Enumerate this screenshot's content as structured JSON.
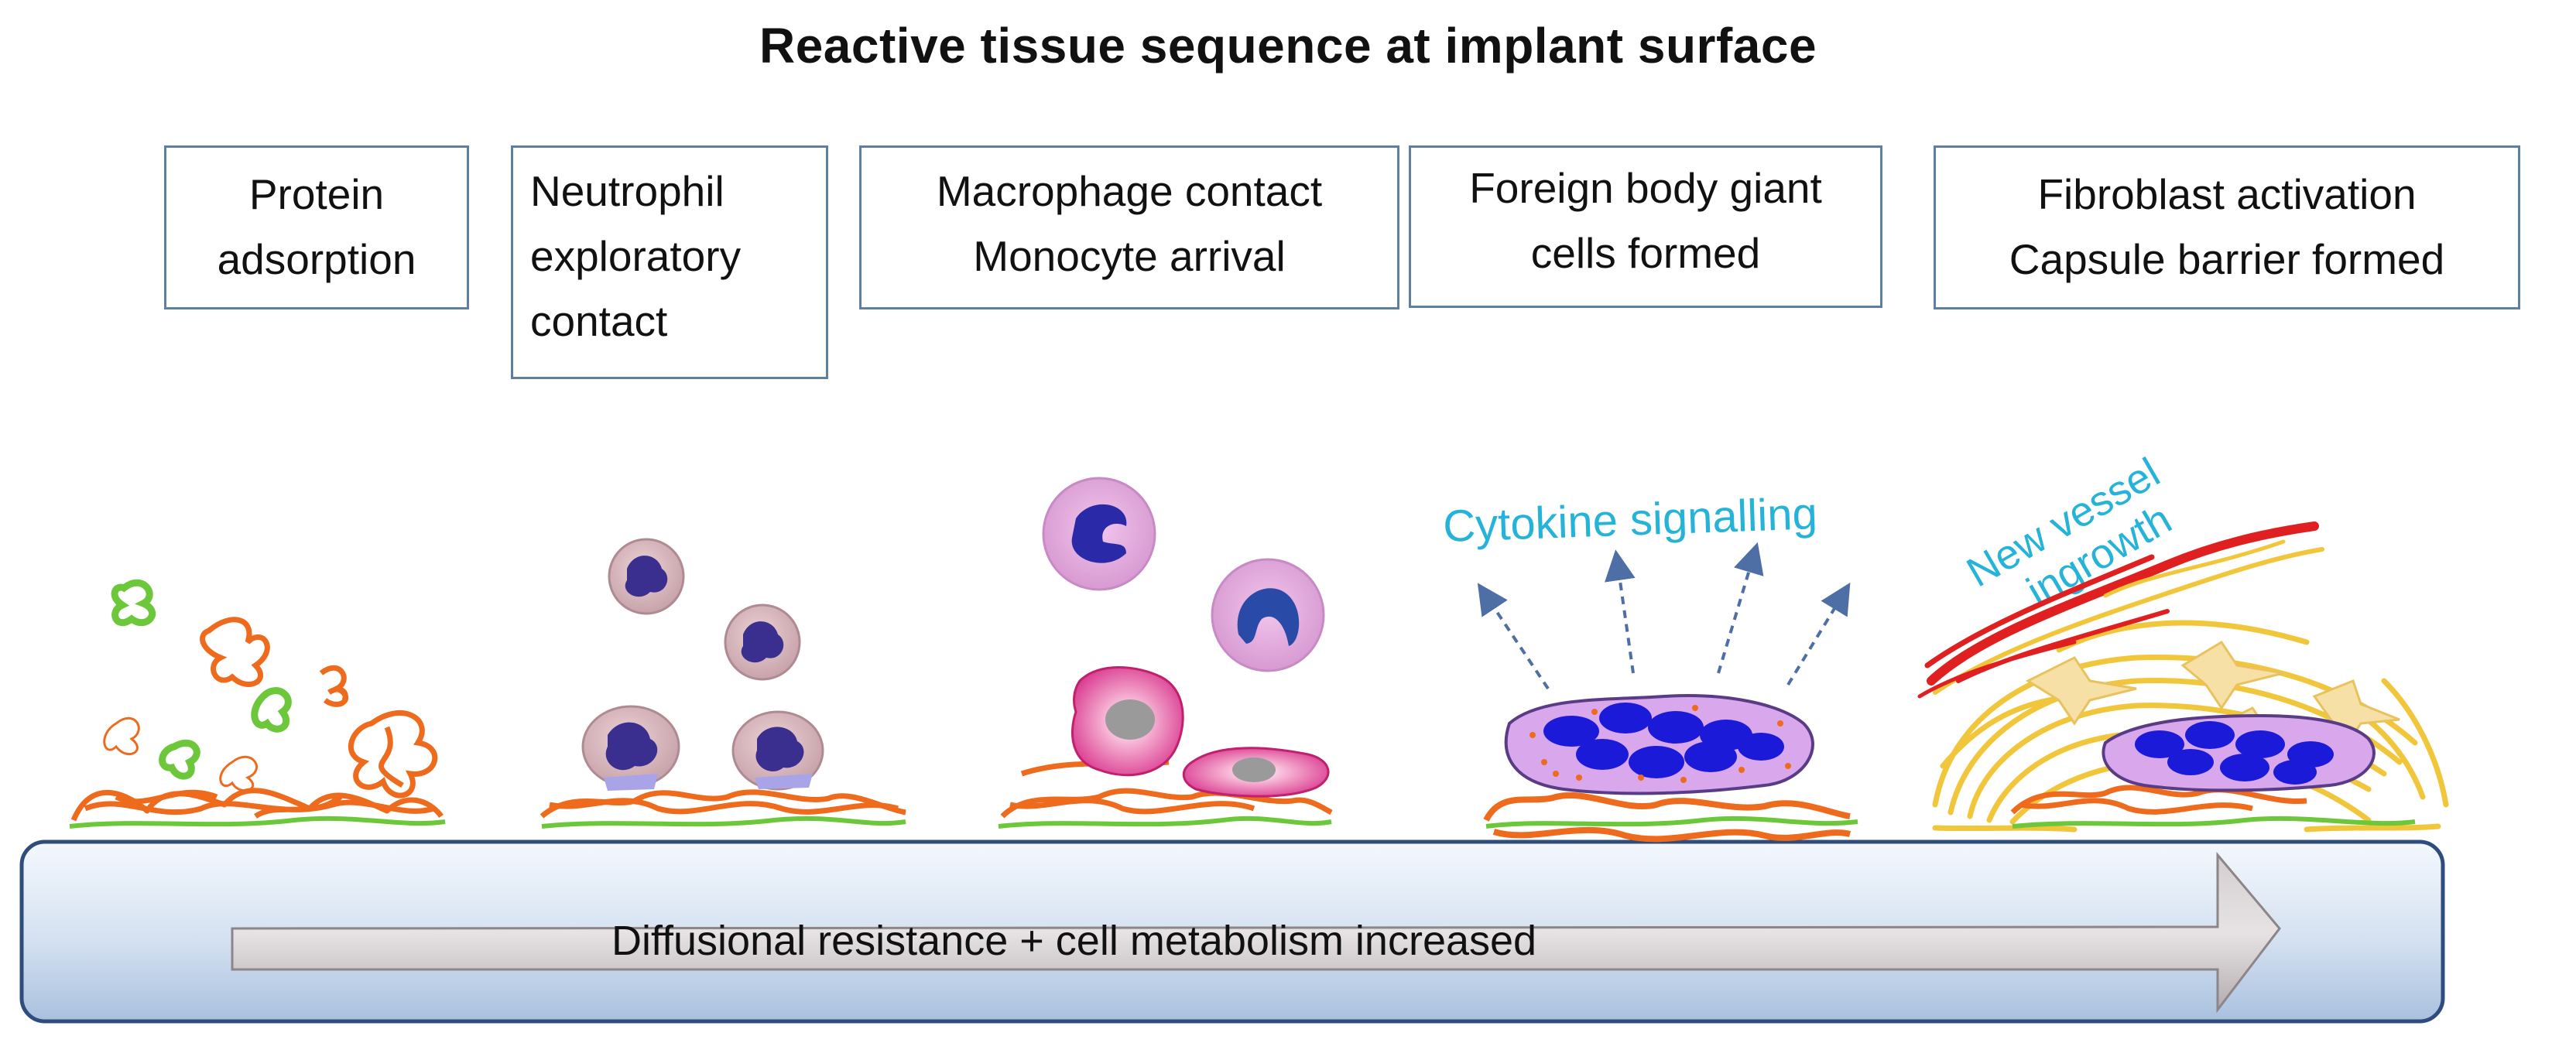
{
  "title": "Reactive tissue sequence at implant surface",
  "stages": [
    {
      "lines": [
        "Protein",
        "adsorption"
      ]
    },
    {
      "lines": [
        "Neutrophil",
        "exploratory",
        "contact"
      ]
    },
    {
      "lines": [
        "Macrophage contact",
        "Monocyte arrival"
      ]
    },
    {
      "lines": [
        "Foreign body giant",
        "cells formed"
      ]
    },
    {
      "lines": [
        "Fibroblast activation",
        "Capsule barrier formed"
      ]
    }
  ],
  "annotations": {
    "cytokine": "Cytokine signalling",
    "vessel_line1": "New vessel",
    "vessel_line2": "ingrowth"
  },
  "arrow_label": "Diffusional resistance + cell metabolism  increased",
  "colors": {
    "box_border": "#5f7f9e",
    "annotation": "#26b3d9",
    "fibrin": "#ee6a1c",
    "protein_green": "#6cc83a",
    "cell_nucleus": "#1a1aa8",
    "giant_cell": "#d6a6e8",
    "collagen": "#f2c63a",
    "vessel": "#e02020",
    "implant_fill": "#cddbed",
    "implant_border": "#2e4d7d"
  }
}
